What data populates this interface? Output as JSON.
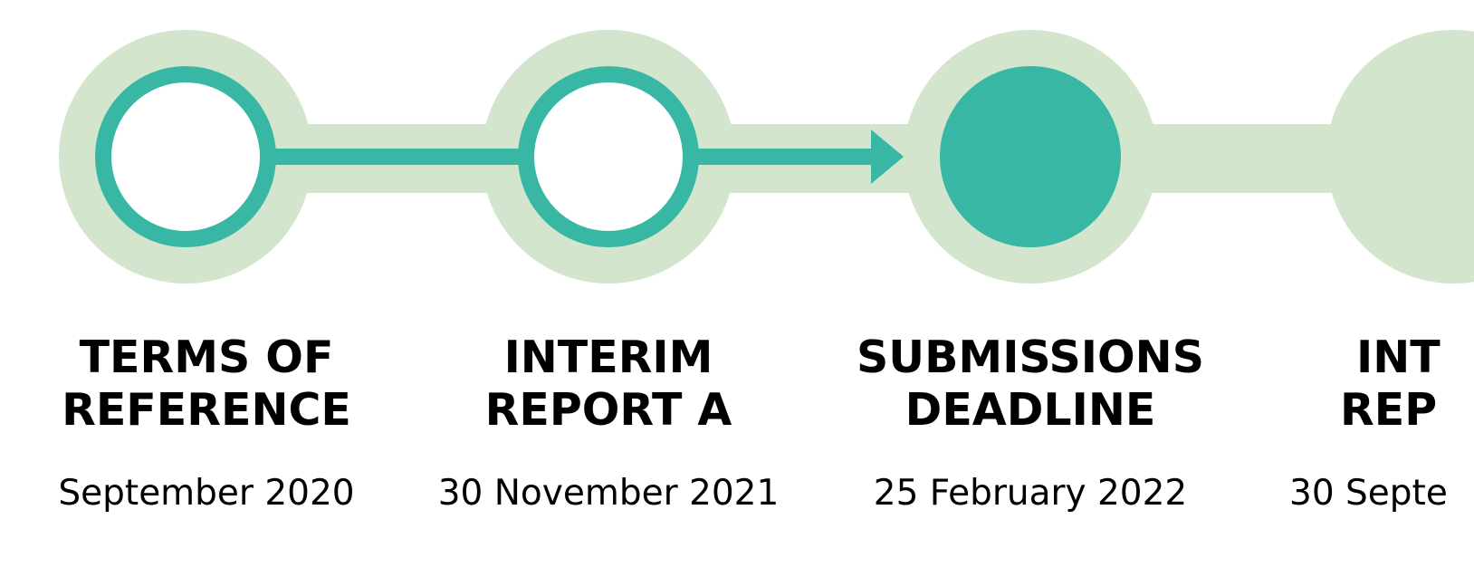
{
  "colors": {
    "light_green": "#d3e5cc",
    "teal": "#38b7a4",
    "white": "#ffffff",
    "text": "#000000"
  },
  "milestones": [
    {
      "title_line1": "TERMS OF",
      "title_line2": "REFERENCE",
      "date": "September 2020",
      "state": "completed"
    },
    {
      "title_line1": "INTERIM",
      "title_line2": "REPORT A",
      "date": "30 November 2021",
      "state": "completed"
    },
    {
      "title_line1": "SUBMISSIONS",
      "title_line2": "DEADLINE",
      "date": "25 February 2022",
      "state": "current"
    },
    {
      "title_line1": "INT",
      "title_line2": "REP",
      "date": "30 Septe",
      "state": "upcoming"
    }
  ]
}
